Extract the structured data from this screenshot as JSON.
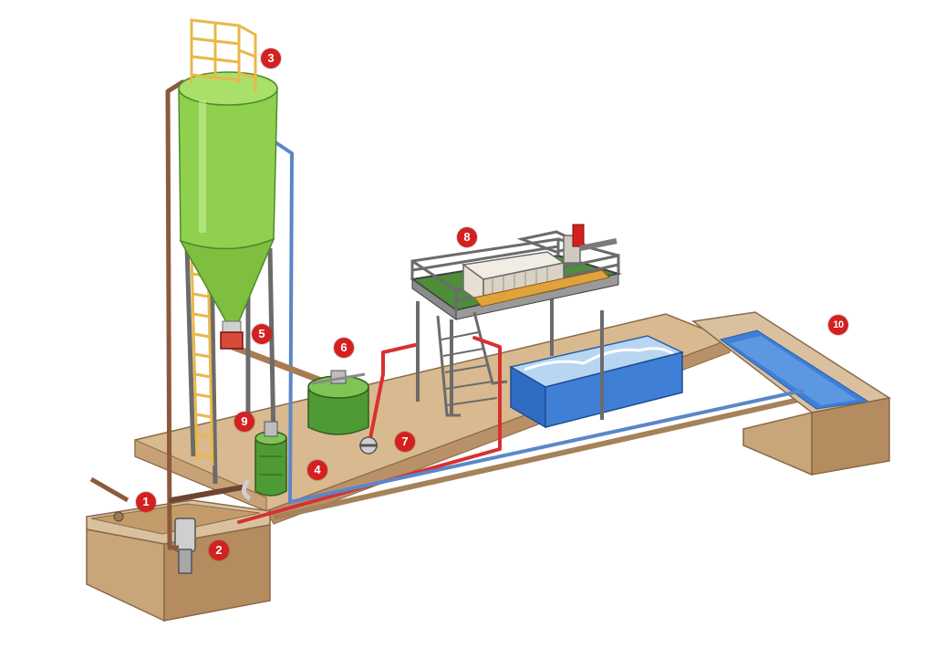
{
  "colors": {
    "marker_fill": "#d42020",
    "marker_text": "#ffffff",
    "silo_green": "#8fd14f",
    "platform_wood": "#d9b98f",
    "wall_wood": "#c9a57a",
    "water_blue": "#3f7fd6",
    "pipe_red": "#d83030",
    "pipe_blue": "#5b86c9",
    "pipe_brown": "#8b5a3c",
    "frame_gray": "#6b6b6b",
    "ladder_yellow": "#e8b84a"
  },
  "markers": [
    {
      "label": "1"
    },
    {
      "label": "2"
    },
    {
      "label": "3"
    },
    {
      "label": "4"
    },
    {
      "label": "5"
    },
    {
      "label": "6"
    },
    {
      "label": "7"
    },
    {
      "label": "8"
    },
    {
      "label": "9"
    },
    {
      "label": "10"
    }
  ]
}
